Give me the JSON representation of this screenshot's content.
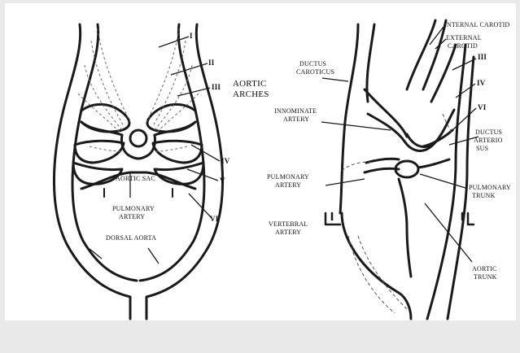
{
  "left_diagram": {
    "arches": [
      "I",
      "II",
      "III",
      "IV",
      "V",
      "VI"
    ],
    "group_label_line1": "AORTIC",
    "group_label_line2": "ARCHES",
    "aortic_sac": "AORTIC SAC",
    "pulmonary_artery_line1": "PULMONARY",
    "pulmonary_artery_line2": "ARTERY",
    "dorsal_aorta": "DORSAL AORTA"
  },
  "right_diagram": {
    "internal_carotid": "INTERNAL CAROTID",
    "external_carotid_line1": "EXTERNAL",
    "external_carotid_line2": "CAROTID",
    "arch_iii": "III",
    "arch_iv": "IV",
    "arch_vi": "VI",
    "ductus_caroticus_line1": "DUCTUS",
    "ductus_caroticus_line2": "CAROTICUS",
    "innominate_line1": "INNOMINATE",
    "innominate_line2": "ARTERY",
    "ductus_arteriosus_line1": "DUCTUS",
    "ductus_arteriosus_line2": "ARTERIO",
    "ductus_arteriosus_line3": "SUS",
    "pulmonary_artery_line1": "PULMONARY",
    "pulmonary_artery_line2": "ARTERY",
    "pulmonary_trunk_line1": "PULMONARY",
    "pulmonary_trunk_line2": "TRUNK",
    "vertebral_line1": "VERTEBRAL",
    "vertebral_line2": "ARTERY",
    "aortic_trunk_line1": "AORTIC",
    "aortic_trunk_line2": "TRUNK"
  },
  "colors": {
    "background": "#e9e9e9",
    "panel": "#ffffff",
    "ink": "#1a1a1a"
  }
}
